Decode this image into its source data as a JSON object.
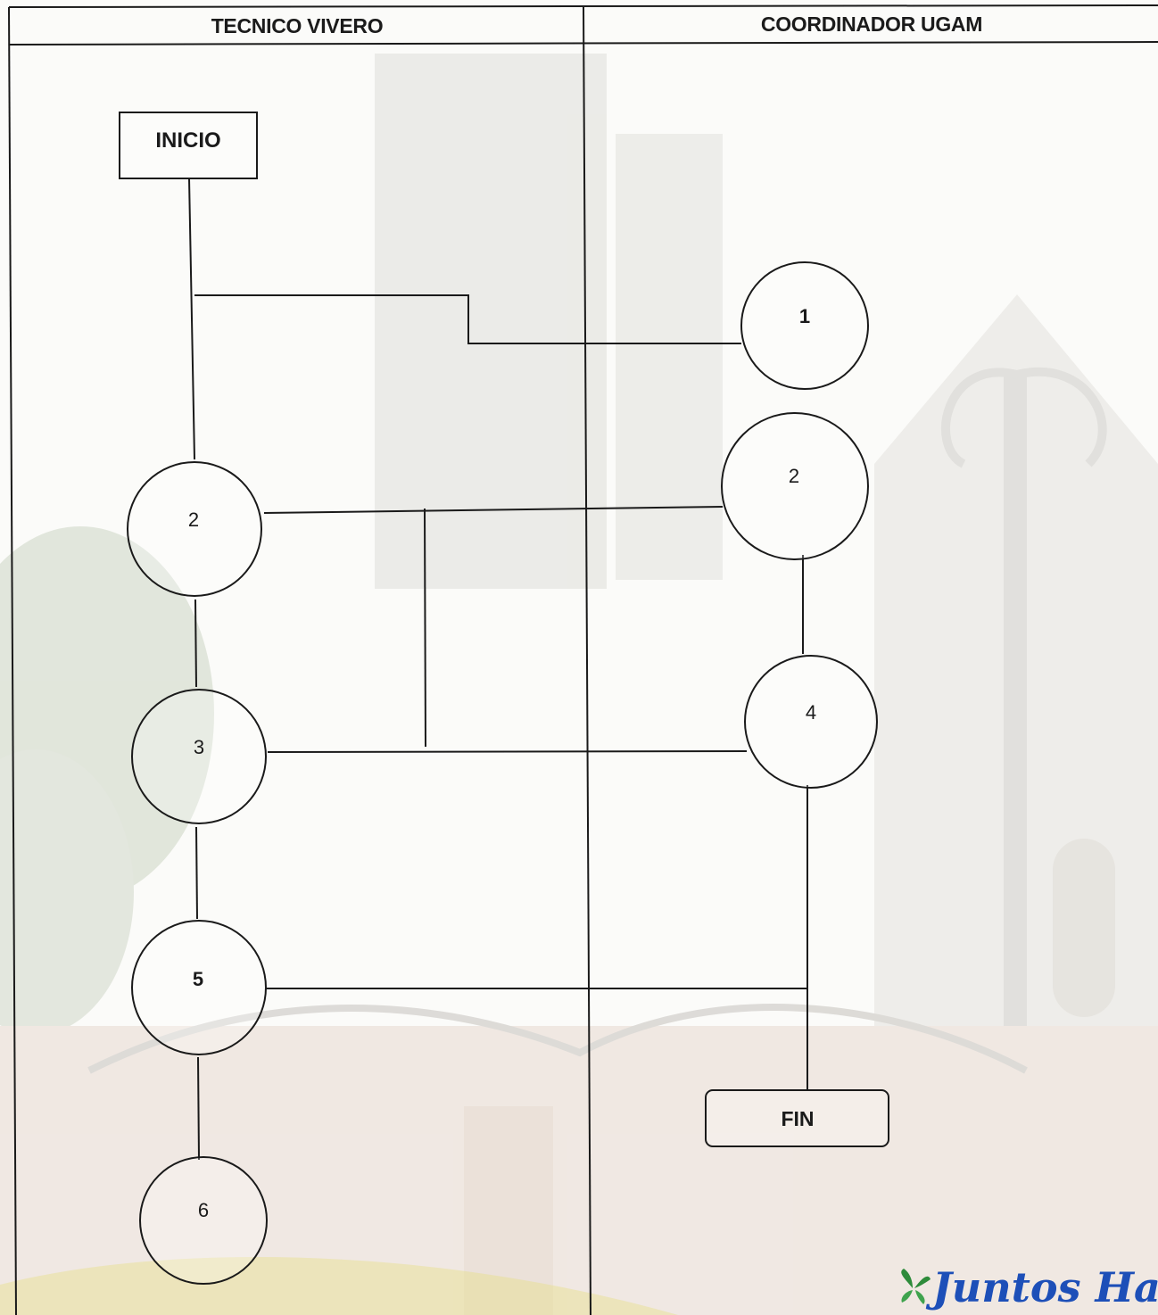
{
  "lanes": {
    "left": "TECNICO VIVERO",
    "right": "COORDINADOR UGAM"
  },
  "nodes": {
    "start": "INICIO",
    "end": "FIN",
    "l2": "2",
    "l3": "3",
    "l5": "5",
    "l6": "6",
    "r1": "1",
    "r2": "2",
    "r4": "4"
  },
  "logo": {
    "text": "Juntos Hare",
    "color": "#1d4fb8",
    "leaf_color": "#2e8b3a"
  },
  "colors": {
    "line": "#1a1a1a",
    "watermark_green": "#8fa879",
    "watermark_gray": "#b9b6ad",
    "watermark_red": "#c69a86"
  }
}
